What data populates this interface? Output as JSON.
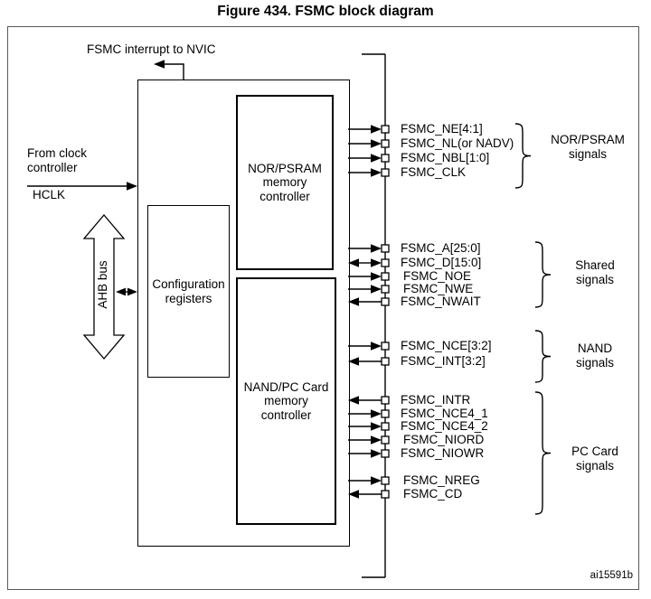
{
  "title": "Figure 434. FSMC block diagram",
  "footnote": "ai15591b",
  "labels": {
    "interrupt": "FSMC interrupt to NVIC",
    "from_clock": "From clock\ncontroller",
    "hclk": "HCLK",
    "ahb_bus": "AHB bus"
  },
  "blocks": {
    "nor_psram_controller": "NOR/PSRAM\nmemory\ncontroller",
    "config_registers": "Configuration\nregisters",
    "nand_pccard_controller": "NAND/PC Card\nmemory\ncontroller"
  },
  "signal_groups": [
    {
      "group_label": "NOR/PSRAM\nsignals",
      "signals": [
        {
          "label": "FSMC_NE[4:1]",
          "direction": "out"
        },
        {
          "label": "FSMC_NL(or NADV)",
          "direction": "out"
        },
        {
          "label": "FSMC_NBL[1:0]",
          "direction": "out"
        },
        {
          "label": "FSMC_CLK",
          "direction": "out"
        }
      ]
    },
    {
      "group_label": "Shared\nsignals",
      "signals": [
        {
          "label": "FSMC_A[25:0]",
          "direction": "out"
        },
        {
          "label": "FSMC_D[15:0]",
          "direction": "bidirectional"
        },
        {
          "label": "FSMC_NOE",
          "direction": "out"
        },
        {
          "label": "FSMC_NWE",
          "direction": "out"
        },
        {
          "label": "FSMC_NWAIT",
          "direction": "in"
        }
      ]
    },
    {
      "group_label": "NAND\nsignals",
      "signals": [
        {
          "label": "FSMC_NCE[3:2]",
          "direction": "out"
        },
        {
          "label": "FSMC_INT[3:2]",
          "direction": "in"
        }
      ]
    },
    {
      "group_label": "PC Card\nsignals",
      "signals": [
        {
          "label": "FSMC_INTR",
          "direction": "in"
        },
        {
          "label": "FSMC_NCE4_1",
          "direction": "out"
        },
        {
          "label": "FSMC_NCE4_2",
          "direction": "out"
        },
        {
          "label": "FSMC_NIORD",
          "direction": "out"
        },
        {
          "label": "FSMC_NIOWR",
          "direction": "out"
        },
        {
          "label": "FSMC_NREG",
          "direction": "out"
        },
        {
          "label": "FSMC_CD",
          "direction": "in"
        }
      ]
    }
  ],
  "colors": {
    "line": "#000000",
    "frame_border": "#595959",
    "background": "#ffffff"
  }
}
